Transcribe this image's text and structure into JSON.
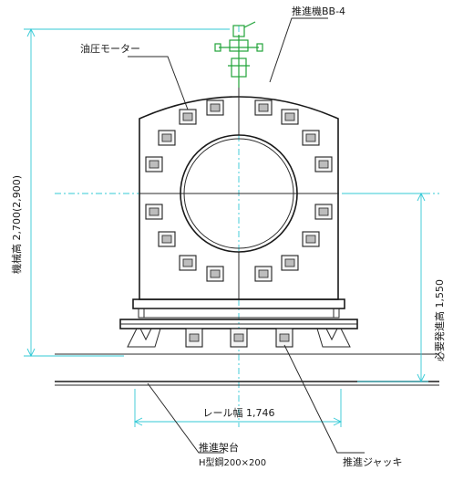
{
  "labels": {
    "propulsion_machine": "推進機BB-4",
    "hydraulic_motor": "油圧モーター",
    "machine_height": "機械高 2,700(2,900)",
    "required_excavation_height": "必要発進高 1,550",
    "rail_width": "レール幅 1,746",
    "propulsion_frame": "推進架台",
    "h_beam": "H型鋼200×200",
    "propulsion_jack": "推進ジャッキ"
  },
  "colors": {
    "line": "#2a2a2a",
    "center_line": "#33c9d6",
    "lever_green": "#22a33a"
  }
}
